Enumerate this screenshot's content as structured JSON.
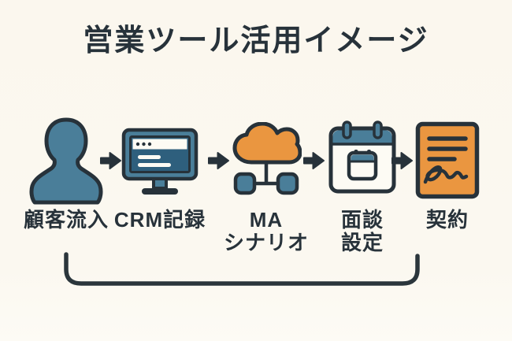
{
  "title": "営業ツール活用イメージ",
  "colors": {
    "background": "#fbf8f0",
    "outline_dark": "#27323a",
    "steel_blue": "#4a7e99",
    "screen_blue": "#2e5f7d",
    "orange": "#ea9640",
    "paper_white": "#fdfbf4"
  },
  "flow": {
    "steps": [
      {
        "name": "customer-inflow",
        "icon": "person-icon",
        "lines": [
          "顧客流入"
        ]
      },
      {
        "name": "crm-record",
        "icon": "crm-monitor-icon",
        "lines": [
          "CRM記録"
        ]
      },
      {
        "name": "ma-scenario",
        "icon": "ma-cloud-network-icon",
        "lines": [
          "MA",
          "シナリオ"
        ]
      },
      {
        "name": "meeting-setup",
        "icon": "meeting-calendar-icon",
        "lines": [
          "面談",
          "設定"
        ]
      },
      {
        "name": "contract",
        "icon": "contract-document-icon",
        "lines": [
          "契約"
        ]
      }
    ],
    "arrow": "arrow-right-icon",
    "bracket": "flow-span-bracket"
  }
}
